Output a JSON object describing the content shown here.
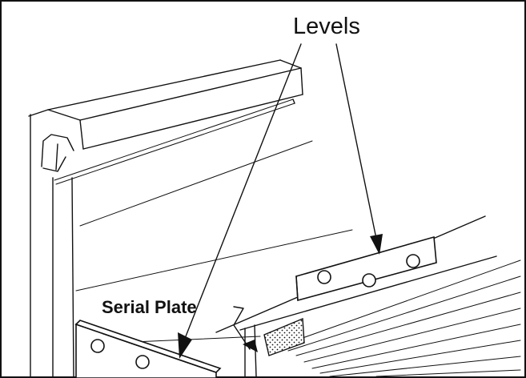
{
  "labels": {
    "levels": "Levels",
    "serial_plate": "Serial Plate"
  },
  "colors": {
    "line": "#111111",
    "background": "#ffffff"
  },
  "icons": {
    "arrow": "arrowhead-solid",
    "serial_plate_fill": "dotted-pattern"
  }
}
